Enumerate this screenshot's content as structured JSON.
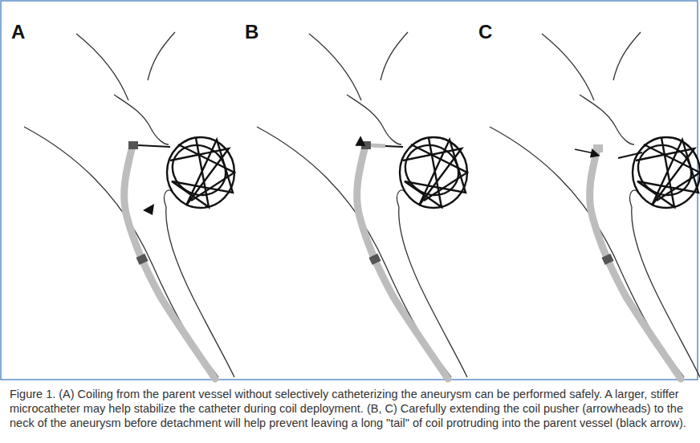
{
  "diagram": {
    "caption": "Figure 1. (A) Coiling from the parent vessel without selectively catheterizing the aneurysm can be performed safely. A larger, stiffer microcatheter may help stabilize the catheter during coil deployment. (B, C) Carefully extending the coil pusher (arrowheads) to the neck of the aneurysm before detachment will help prevent leaving a long \"tail\" of coil protruding into the parent vessel (black arrow).",
    "labels": [
      "A",
      "B",
      "C"
    ]
  }
}
